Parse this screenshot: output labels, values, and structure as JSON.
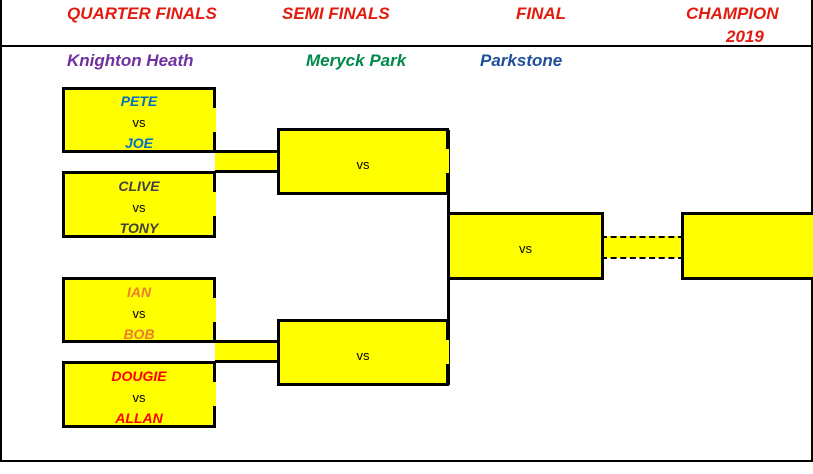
{
  "headers": {
    "quarter_finals": "QUARTER FINALS",
    "semi_finals": "SEMI FINALS",
    "final": "FINAL",
    "champion_line1": "CHAMPION",
    "champion_line2": "2019"
  },
  "venues": {
    "quarter_finals": "Knighton Heath",
    "semi_finals": "Meryck Park",
    "final": "Parkstone"
  },
  "vs_label": "vs",
  "quarter_finals": [
    {
      "player1": "PETE",
      "player2": "JOE",
      "color": "#0070c0"
    },
    {
      "player1": "CLIVE",
      "player2": "TONY",
      "color": "#404040"
    },
    {
      "player1": "IAN",
      "player2": "BOB",
      "color": "#ed7d31"
    },
    {
      "player1": "DOUGIE",
      "player2": "ALLAN",
      "color": "#ff0000"
    }
  ],
  "colors": {
    "header": "#e31b0e",
    "venue_quarter": "#7030a0",
    "venue_semi": "#00884a",
    "venue_final": "#1f4e9a",
    "box_fill": "#ffff00"
  }
}
